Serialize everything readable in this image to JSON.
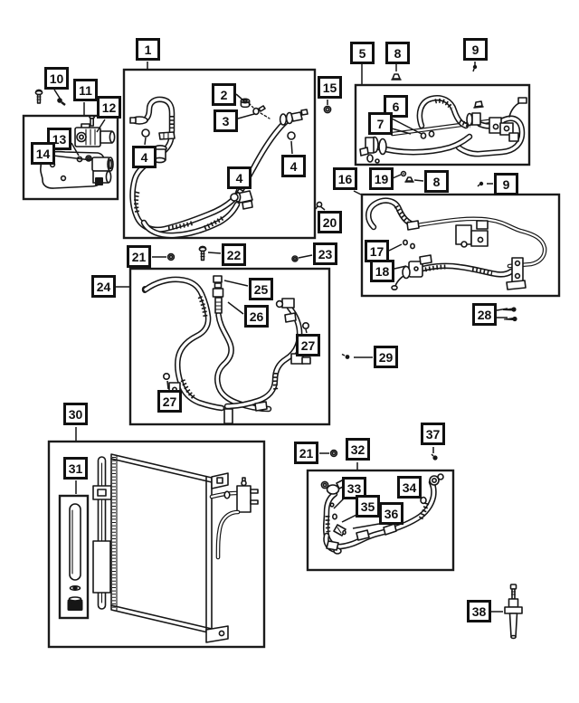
{
  "colors": {
    "background": "#ffffff",
    "line": "#161616"
  },
  "callouts": [
    {
      "label": "1"
    },
    {
      "label": "10"
    },
    {
      "label": "11"
    },
    {
      "label": "12"
    },
    {
      "label": "13"
    },
    {
      "label": "14"
    },
    {
      "label": "2"
    },
    {
      "label": "3"
    },
    {
      "label": "4"
    },
    {
      "label": "4"
    },
    {
      "label": "4"
    },
    {
      "label": "15"
    },
    {
      "label": "5"
    },
    {
      "label": "8"
    },
    {
      "label": "9"
    },
    {
      "label": "6"
    },
    {
      "label": "7"
    },
    {
      "label": "16"
    },
    {
      "label": "19"
    },
    {
      "label": "8"
    },
    {
      "label": "9"
    },
    {
      "label": "20"
    },
    {
      "label": "17"
    },
    {
      "label": "18"
    },
    {
      "label": "21"
    },
    {
      "label": "22"
    },
    {
      "label": "23"
    },
    {
      "label": "24"
    },
    {
      "label": "25"
    },
    {
      "label": "26"
    },
    {
      "label": "27"
    },
    {
      "label": "27"
    },
    {
      "label": "28"
    },
    {
      "label": "29"
    },
    {
      "label": "30"
    },
    {
      "label": "31"
    },
    {
      "label": "21"
    },
    {
      "label": "32"
    },
    {
      "label": "37"
    },
    {
      "label": "33"
    },
    {
      "label": "34"
    },
    {
      "label": "35"
    },
    {
      "label": "36"
    },
    {
      "label": "38"
    }
  ]
}
